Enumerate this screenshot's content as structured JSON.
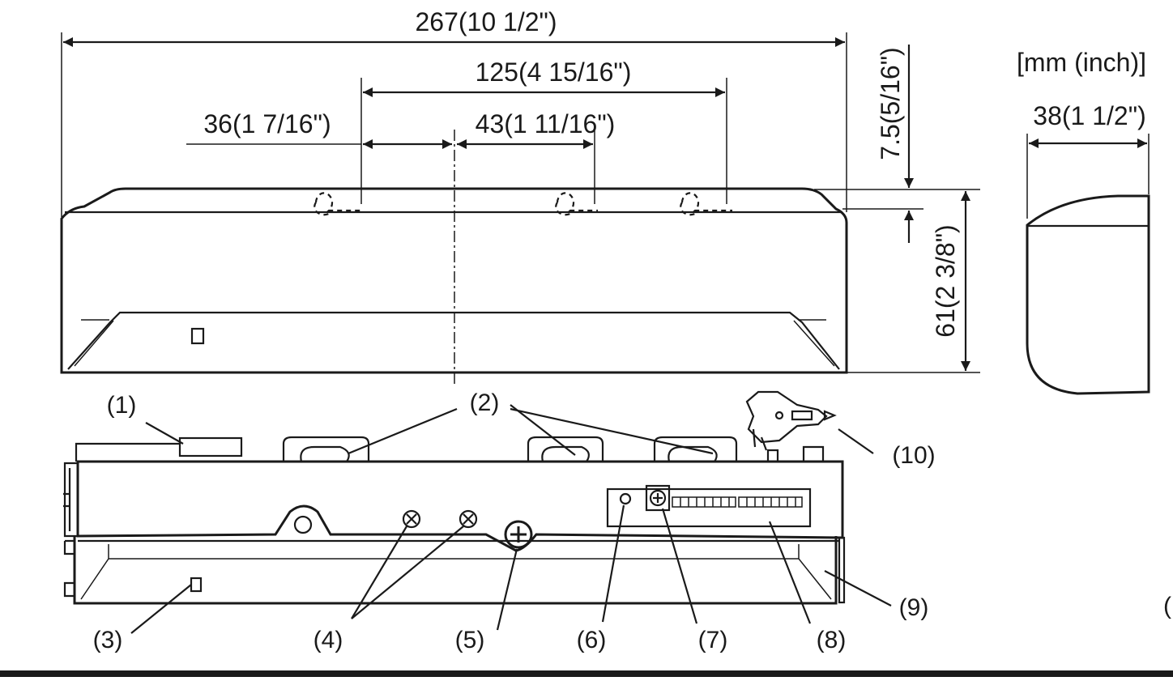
{
  "units_label": "[mm (inch)]",
  "dimensions": {
    "overall_width": "267(10 1/2\")",
    "hole_span": "125(4 15/16\")",
    "left_offset": "36(1 7/16\")",
    "center_offset": "43(1 11/16\")",
    "top_gap": "7.5(5/16\")",
    "height": "61(2 3/8\")",
    "depth": "38(1 1/2\")"
  },
  "callouts": [
    "(1)",
    "(2)",
    "(3)",
    "(4)",
    "(5)",
    "(6)",
    "(7)",
    "(8)",
    "(9)",
    "(10)"
  ],
  "edge_fragment": "(",
  "colors": {
    "ink": "#1a1a1a",
    "background": "#ffffff"
  }
}
